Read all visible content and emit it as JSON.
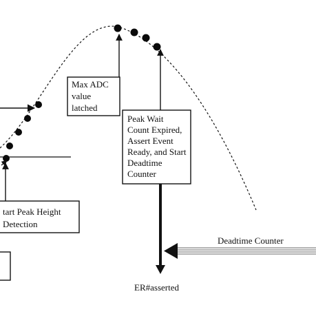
{
  "labels": {
    "max_adc": [
      "Max ADC",
      "value",
      "latched"
    ],
    "peak_wait": [
      "Peak Wait",
      "Count Expired,",
      "Assert Event",
      "Ready, and Start",
      "Deadtime",
      "Counter"
    ],
    "start_peak": [
      "tart Peak Height",
      "Detection"
    ],
    "deadtime_counter": "Deadtime Counter",
    "er_asserted": "ER#asserted"
  },
  "colors": {
    "line": "#111111",
    "dot": "#0a0a0a",
    "hatch": "#666666"
  }
}
